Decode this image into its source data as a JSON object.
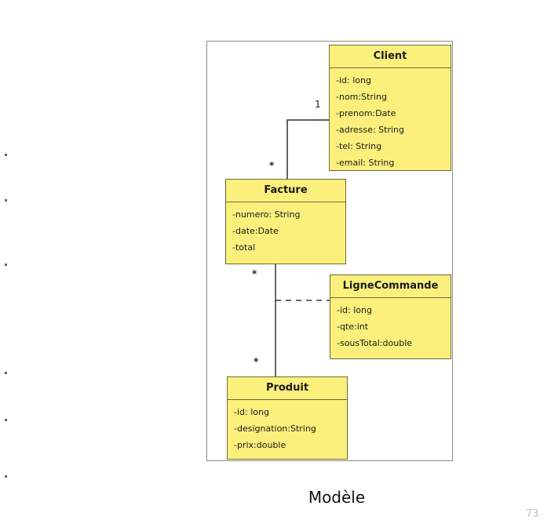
{
  "diagram": {
    "classes": {
      "client": {
        "name": "Client",
        "attributes": [
          "-id: long",
          "-nom:String",
          "-prenom:Date",
          "-adresse: String",
          "-tel: String",
          "-email: String"
        ]
      },
      "facture": {
        "name": "Facture",
        "attributes": [
          "-numero: String",
          "-date:Date",
          "-total"
        ]
      },
      "lignecommande": {
        "name": "LigneCommande",
        "attributes": [
          "-id: long",
          "-qte:int",
          "-sousTotal:double"
        ]
      },
      "produit": {
        "name": "Produit",
        "attributes": [
          "-id: long",
          "-designation:String",
          "-prix:double"
        ]
      }
    },
    "multiplicities": {
      "client_side": "1",
      "facture_top": "*",
      "facture_bottom": "*",
      "produit_side": "*"
    },
    "colors": {
      "class_fill": "#fbf07c",
      "class_border": "#6e6a3a",
      "line": "#333333"
    }
  },
  "caption": "Modèle",
  "page_number": "73"
}
